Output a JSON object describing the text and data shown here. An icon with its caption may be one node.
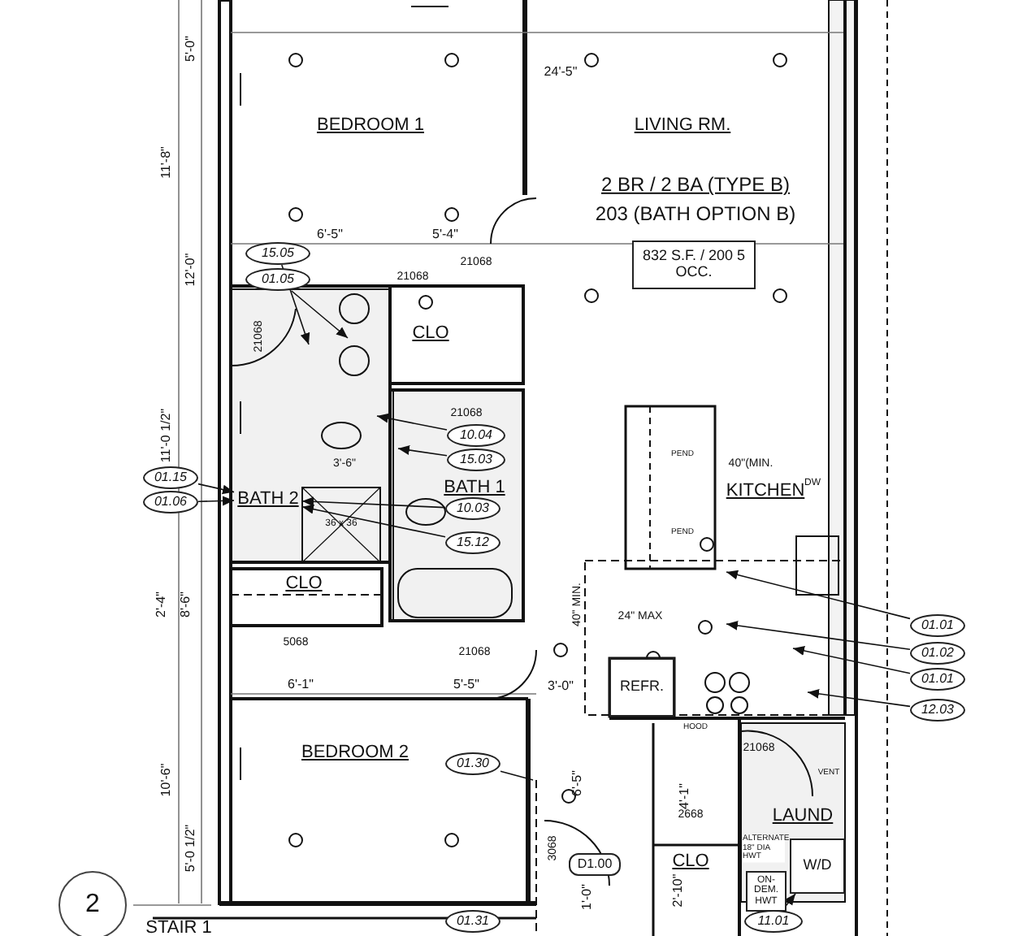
{
  "diagram": {
    "nodes": [
      {
        "text": [
          "BEDROOM 1"
        ]
      },
      {
        "text": [
          "LIVING RM."
        ]
      },
      {
        "text": [
          "832 S.F. / 200 5 OCC."
        ]
      },
      {
        "text": [
          "CLO"
        ]
      },
      {
        "text": [
          "BATH 2"
        ]
      },
      {
        "text": [
          "BATH 1"
        ]
      },
      {
        "text": [
          "CLO"
        ]
      },
      {
        "text": [
          "KITCHEN"
        ]
      },
      {
        "text": [
          "REFR."
        ]
      },
      {
        "text": [
          "BEDROOM 2"
        ]
      },
      {
        "text": [
          "CLO"
        ]
      },
      {
        "text": [
          "LAUND"
        ]
      },
      {
        "text": [
          "W/D"
        ]
      },
      {
        "text": [
          "ON-DEM. HWT"
        ]
      },
      {
        "text": [
          "2"
        ]
      },
      {
        "text": [
          "15.05"
        ]
      },
      {
        "text": [
          "01.05"
        ]
      },
      {
        "text": [
          "10.04"
        ]
      },
      {
        "text": [
          "15.03"
        ]
      },
      {
        "text": [
          "01.15"
        ]
      },
      {
        "text": [
          "01.06"
        ]
      },
      {
        "text": [
          "10.03"
        ]
      },
      {
        "text": [
          "15.12"
        ]
      },
      {
        "text": [
          "01.01"
        ]
      },
      {
        "text": [
          "01.02"
        ]
      },
      {
        "text": [
          "01.01"
        ]
      },
      {
        "text": [
          "12.03"
        ]
      },
      {
        "text": [
          "01.30"
        ]
      },
      {
        "text": [
          "D1.00"
        ]
      },
      {
        "text": [
          "11.01"
        ]
      },
      {
        "text": [
          "01.31"
        ]
      }
    ],
    "edges": [
      {
        "from": 15,
        "to": null,
        "arrow": "to"
      },
      {
        "from": 16,
        "to": null,
        "arrow": "to"
      },
      {
        "from": 17,
        "to": null,
        "arrow": "to"
      },
      {
        "from": 18,
        "to": null,
        "arrow": "to"
      },
      {
        "from": 19,
        "to": 4,
        "arrow": "to"
      },
      {
        "from": 20,
        "to": 4,
        "arrow": "to"
      },
      {
        "from": 21,
        "to": 4,
        "arrow": "to"
      },
      {
        "from": 22,
        "to": 4,
        "arrow": "to"
      },
      {
        "from": 23,
        "to": null,
        "arrow": "to"
      },
      {
        "from": 24,
        "to": null,
        "arrow": "to"
      },
      {
        "from": 25,
        "to": null,
        "arrow": "to"
      },
      {
        "from": 26,
        "to": null,
        "arrow": "to"
      },
      {
        "from": 27,
        "to": null,
        "arrow": "none"
      },
      {
        "from": 29,
        "to": 12,
        "arrow": "to"
      }
    ],
    "labels": [
      "5'-0\"",
      "24'-5\"",
      "2 BR / 2 BA (TYPE B)",
      "203 (BATH OPTION B)",
      "11'-8\"",
      "6'-5\"",
      "5'-4\"",
      "21068",
      "21068",
      "12'-0\"",
      "21068",
      "21068",
      "11'-0 1/2\"",
      "3'-6\"",
      "36 x 36",
      "2'-4\"",
      "8'-6\"",
      "40\" MIN.",
      "24\" MAX",
      "40\"(MIN.",
      "PEND",
      "PEND",
      "DW",
      "5068",
      "21068",
      "6'-1\"",
      "5'-5\"",
      "3'-0\"",
      "HOOD",
      "21068",
      "VENT",
      "10'-6\"",
      "6'-5\"",
      "4'-1\"",
      "2668",
      "3068",
      "ALTERNATE 18\" DIA HWT",
      "2'-10\"",
      "5'-0 1/2\"",
      "1'-0\"",
      "STAIR 1"
    ]
  }
}
